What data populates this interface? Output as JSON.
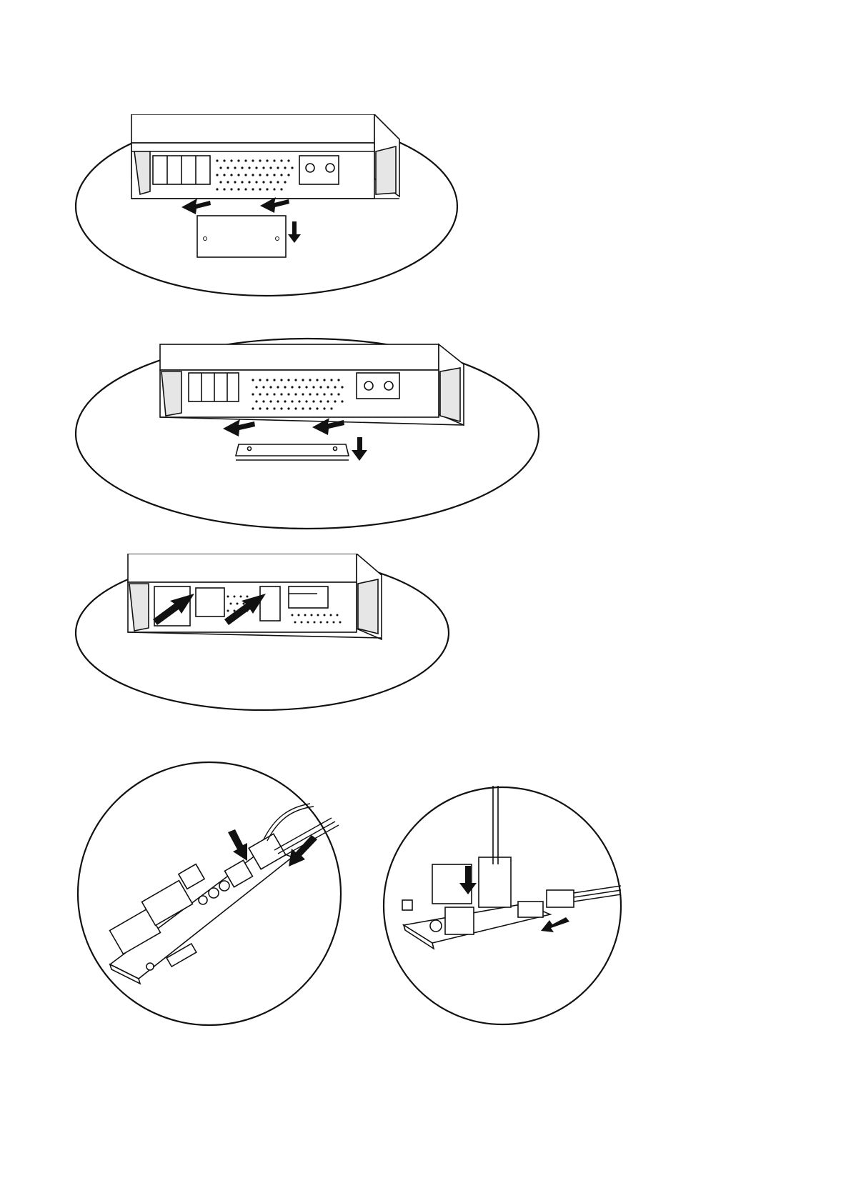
{
  "figures": [
    {
      "id": "step-remove-bottom-cover",
      "arrows": 3
    },
    {
      "id": "step-remove-bracket",
      "arrows": 3
    },
    {
      "id": "step-insert-cards",
      "arrows": 2
    },
    {
      "id": "step-connect-cables-board-a",
      "arrows": 2
    },
    {
      "id": "step-connect-cables-board-b",
      "arrows": 2
    }
  ],
  "colors": {
    "line": "#111111",
    "shade": "#e6e6e6",
    "background": "#ffffff"
  }
}
